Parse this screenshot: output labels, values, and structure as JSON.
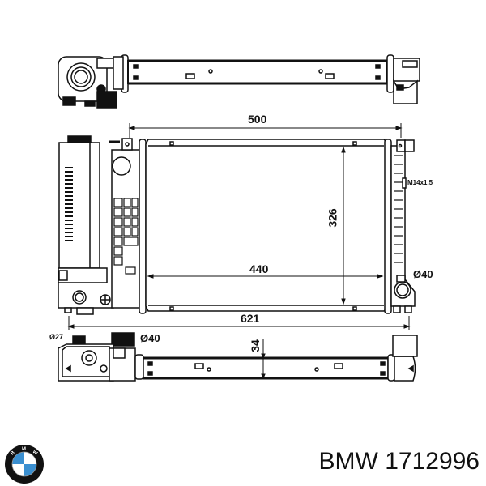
{
  "diagram": {
    "subject": "Radiator technical drawing",
    "views": [
      "top-view",
      "front-view",
      "bottom-view"
    ],
    "dimensions": {
      "overall_core_width": "500",
      "core_height": "326",
      "core_inner_width": "440",
      "overall_width": "621",
      "thickness": "34",
      "outlet_diameter_right": "Ø40",
      "inlet_diameter_bottom": "Ø40",
      "small_port_diameter": "Ø27",
      "sensor_thread": "M14x1.5"
    }
  },
  "caption": {
    "brand": "BMW",
    "part_number": "1712996"
  },
  "logo": {
    "letters": [
      "B",
      "M",
      "W"
    ],
    "colors": {
      "blue": "#3a8fd0",
      "white": "#ffffff",
      "ring": "#111111"
    }
  }
}
